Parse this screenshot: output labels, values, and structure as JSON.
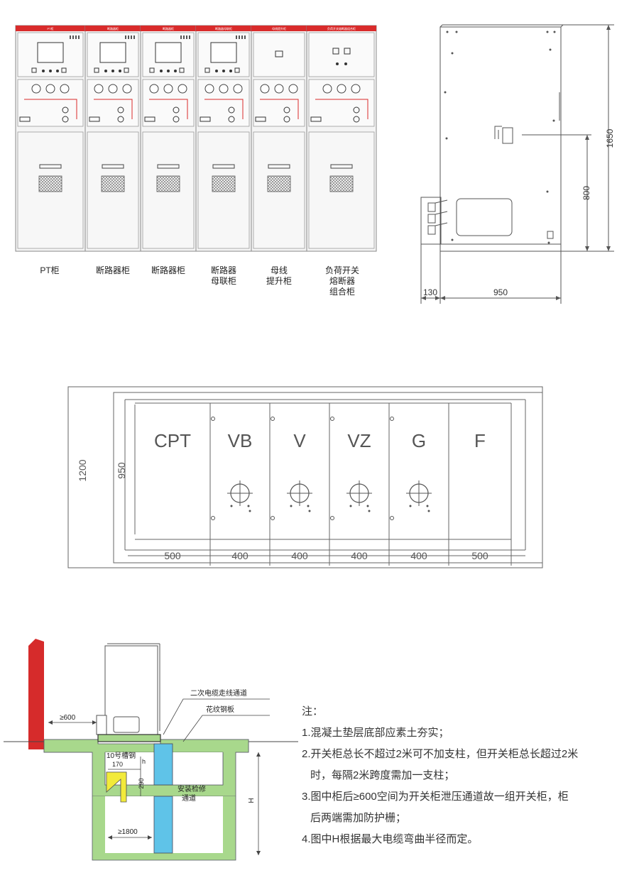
{
  "cabinets": [
    {
      "label": [
        "PT柜"
      ],
      "header": "PT柜"
    },
    {
      "label": [
        "断路器柜"
      ],
      "header": "断路器柜"
    },
    {
      "label": [
        "断路器柜"
      ],
      "header": "断路器柜"
    },
    {
      "label": [
        "断路器",
        "母联柜"
      ],
      "header": "断路器母联柜"
    },
    {
      "label": [
        "母线",
        "提升柜"
      ],
      "header": "母线提升柜"
    },
    {
      "label": [
        "负荷开关",
        "熔断器",
        "组合柜"
      ],
      "header": "负荷开关熔断器组合柜"
    }
  ],
  "side_view": {
    "height_total": "1650",
    "height_mid": "800",
    "width_front": "130",
    "width_depth": "950"
  },
  "plan_view": {
    "depth_outer": "1200",
    "depth_inner": "950",
    "units": [
      {
        "code": "CPT",
        "width": "500"
      },
      {
        "code": "VB",
        "width": "400"
      },
      {
        "code": "V",
        "width": "400"
      },
      {
        "code": "VZ",
        "width": "400"
      },
      {
        "code": "G",
        "width": "400"
      },
      {
        "code": "F",
        "width": "500"
      }
    ]
  },
  "install": {
    "rear_clearance": "≥600",
    "channel_width": "170",
    "channel_steel": "10号槽钢",
    "h_small": "h",
    "depth_290": "290",
    "trench_width": "≥1800",
    "trench_h": "H",
    "channel_secondary": "二次电缆走线通道",
    "checker_plate": "花纹钢板",
    "service_passage": [
      "安装检修",
      "通道"
    ]
  },
  "notes": {
    "title": "注：",
    "items": [
      [
        "1.混凝土垫层底部应素土夯实；"
      ],
      [
        "2.开关柜总长不超过2米可不加支柱，但开关柜总长超过2米",
        "时，每隔2米跨度需加一支柱；"
      ],
      [
        "3.图中柜后≥600空间为开关柜泄压通道故一组开关柜，柜",
        "后两端需加防护栅；"
      ],
      [
        "4.图中H根据最大电缆弯曲半径而定。"
      ]
    ]
  },
  "colors": {
    "cabinet_top": "#d92b2b",
    "wall": "#d62b2b",
    "concrete": "#a8d88c",
    "passage": "#5fc3e8",
    "steel": "#f2ea3a",
    "lines": "#555555"
  }
}
